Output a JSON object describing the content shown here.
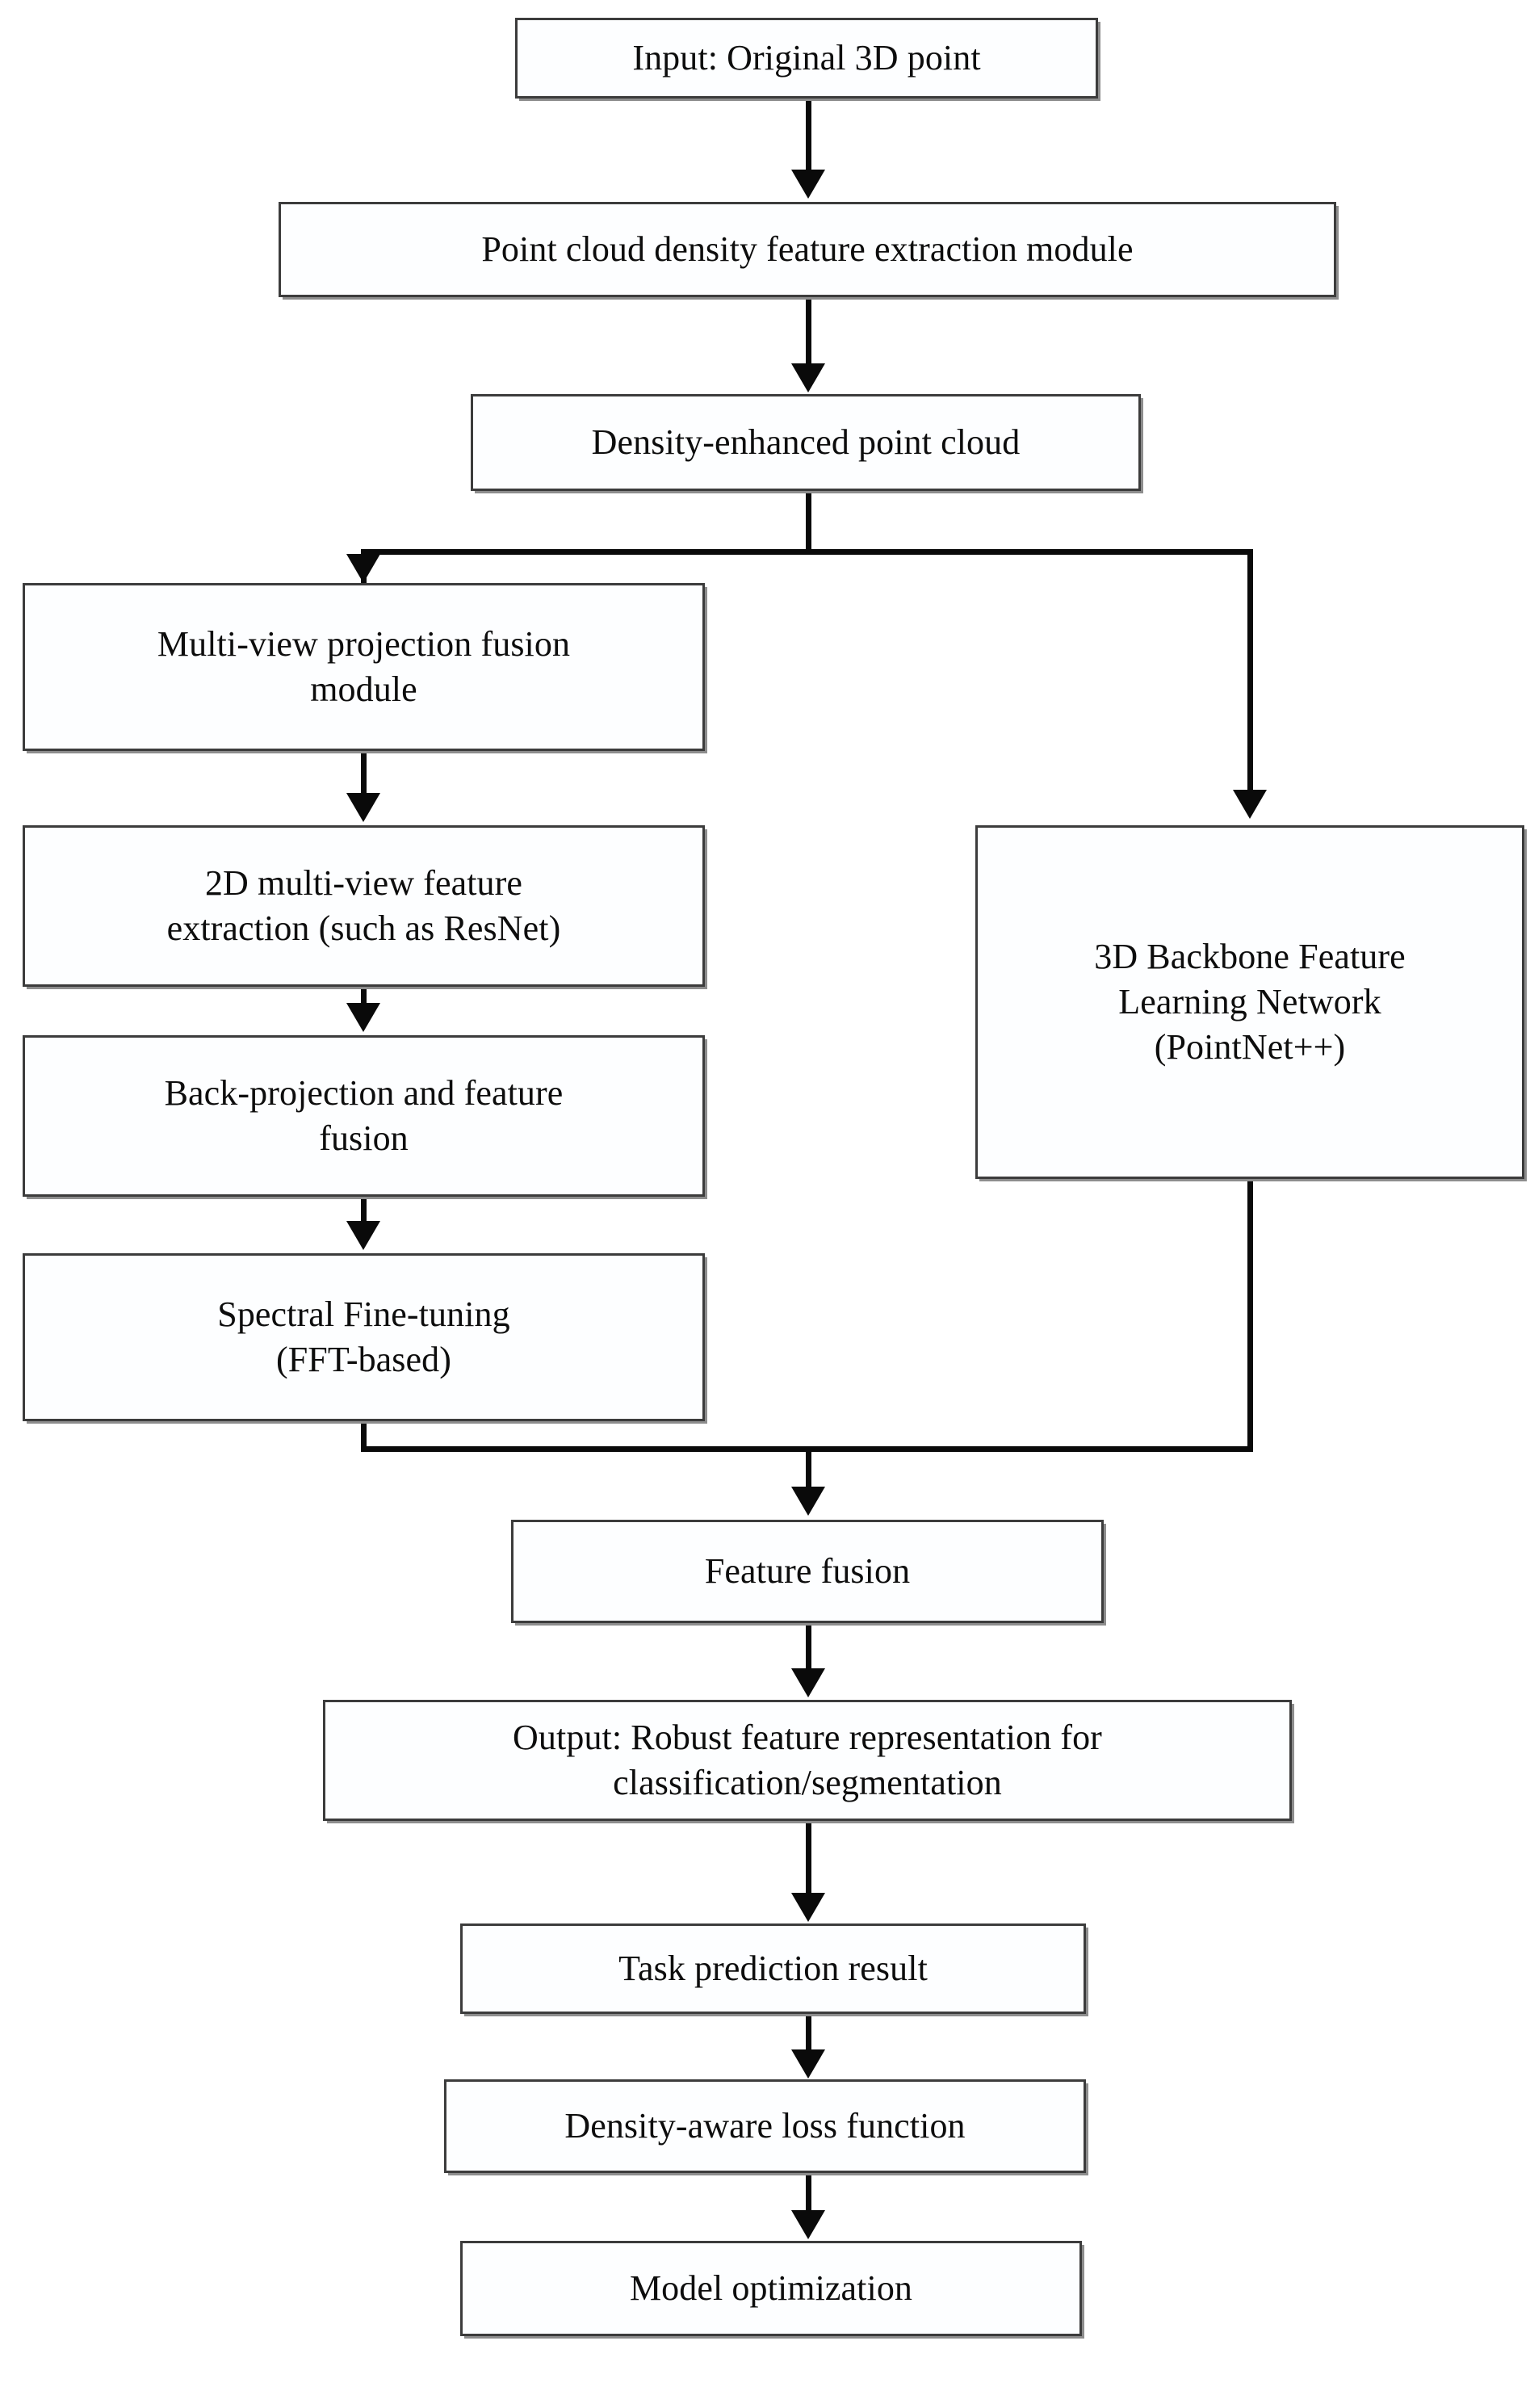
{
  "diagram": {
    "title": "Point cloud density-aware multi-view fusion network pipeline",
    "orientation": "top-to-bottom",
    "line_color": "#0a0a0a",
    "box_border_color": "#3c3c3c",
    "box_fill_color": "#fdfeff",
    "box_shadow_color": "#8d8d8d"
  },
  "nodes": {
    "input": "Input: Original 3D point",
    "density_module": "Point cloud density feature extraction module",
    "density_cloud": "Density-enhanced point cloud",
    "multiview": "Multi-view projection fusion\nmodule",
    "feat2d": "2D multi-view feature\nextraction (such as ResNet)",
    "backprojection": "Back-projection and feature\nfusion",
    "spectral": "Spectral Fine-tuning\n(FFT-based)",
    "backbone3d": "3D Backbone Feature\nLearning Network\n(PointNet++)",
    "feature_fusion": "Feature fusion",
    "output": "Output: Robust feature representation for\nclassification/segmentation",
    "task_prediction": "Task prediction result",
    "loss_function": "Density-aware loss function",
    "model_optimization": "Model optimization"
  },
  "edges": [
    {
      "from": "input",
      "to": "density_module",
      "style": "straight-arrow"
    },
    {
      "from": "density_module",
      "to": "density_cloud",
      "style": "straight-arrow"
    },
    {
      "from": "density_cloud",
      "to": "multiview",
      "style": "split-left-arrow"
    },
    {
      "from": "density_cloud",
      "to": "backbone3d",
      "style": "split-right-arrow"
    },
    {
      "from": "multiview",
      "to": "feat2d",
      "style": "straight-arrow"
    },
    {
      "from": "feat2d",
      "to": "backprojection",
      "style": "straight-arrow"
    },
    {
      "from": "backprojection",
      "to": "spectral",
      "style": "straight-arrow"
    },
    {
      "from": "spectral",
      "to": "feature_fusion",
      "style": "merge-left"
    },
    {
      "from": "backbone3d",
      "to": "feature_fusion",
      "style": "merge-right"
    },
    {
      "from": "feature_fusion",
      "to": "output",
      "style": "straight-arrow"
    },
    {
      "from": "output",
      "to": "task_prediction",
      "style": "straight-arrow"
    },
    {
      "from": "task_prediction",
      "to": "loss_function",
      "style": "straight-arrow"
    },
    {
      "from": "loss_function",
      "to": "model_optimization",
      "style": "straight-arrow"
    }
  ]
}
